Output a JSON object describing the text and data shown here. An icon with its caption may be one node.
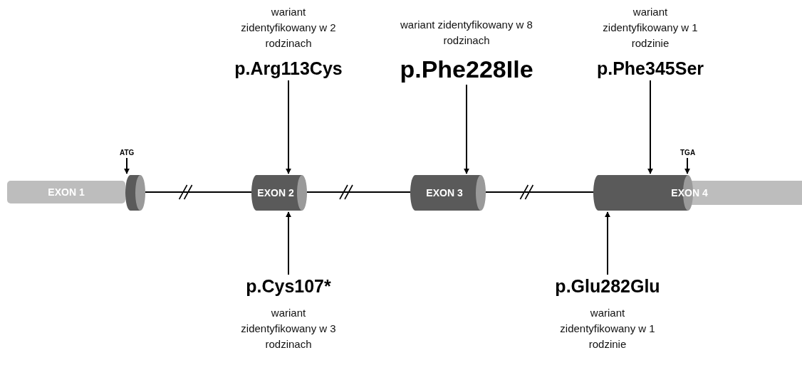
{
  "diagram": {
    "nodes": [
      {
        "text": [
          "p.Arg113Cys"
        ],
        "beside": [
          "wariant zidentyfikowany w 2 rodzinach"
        ]
      },
      {
        "text": [
          "p.Phe228Ile"
        ],
        "beside": [
          "wariant zidentyfikowany w 8 rodzinach"
        ]
      },
      {
        "text": [
          "p.Phe345Ser"
        ],
        "beside": [
          "wariant zidentyfikowany w 1 rodzinie"
        ]
      },
      {
        "text": [
          "ATG"
        ]
      },
      {
        "text": [
          "TGA"
        ]
      },
      {
        "text": [
          "EXON 1"
        ]
      },
      {
        "text": [],
        "shape": "cylinder"
      },
      {
        "text": [
          "EXON 2"
        ]
      },
      {
        "text": [
          "EXON 3"
        ]
      },
      {
        "text": [
          "EXON 4"
        ]
      },
      {
        "text": [
          "p.Cys107*"
        ],
        "beside": [
          "wariant zidentyfikowany w 3 rodzinach"
        ]
      },
      {
        "text": [
          "p.Glu282Glu"
        ],
        "beside": [
          "wariant zidentyfikowany w 1 rodzinie"
        ]
      }
    ],
    "edges": [
      {
        "from": 3,
        "to": 6,
        "arrow": "to"
      },
      {
        "from": 0,
        "to": 7,
        "arrow": "to"
      },
      {
        "from": 1,
        "to": 8,
        "arrow": "to"
      },
      {
        "from": 2,
        "to": 9,
        "arrow": "to"
      },
      {
        "from": 4,
        "to": 9,
        "arrow": "to"
      },
      {
        "from": 6,
        "to": 7,
        "arrow": "none"
      },
      {
        "from": 7,
        "to": 8,
        "arrow": "none"
      },
      {
        "from": 8,
        "to": 9,
        "arrow": "none"
      },
      {
        "from": 10,
        "to": 7,
        "arrow": "to"
      },
      {
        "from": 11,
        "to": 9,
        "arrow": "to"
      }
    ]
  }
}
